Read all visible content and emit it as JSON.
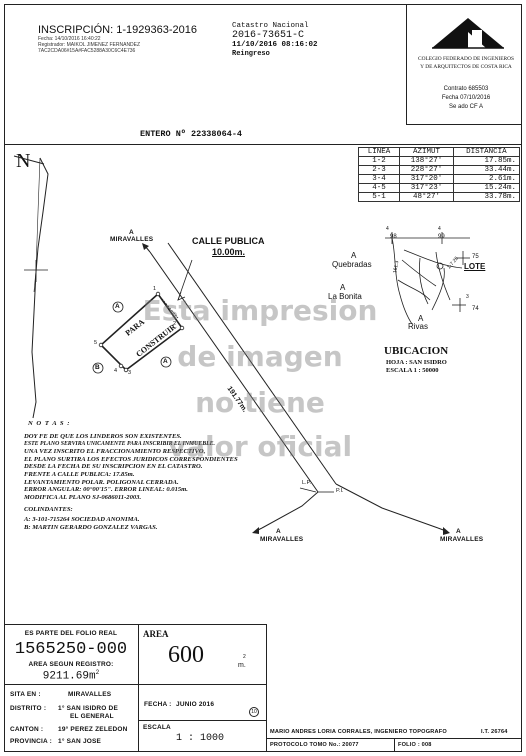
{
  "header": {
    "inscription": "INSCRIPCIÓN: 1-1929363-2016",
    "meta_line1": "Fecha:       14/10/2016 16:40:22",
    "meta_line2": "Registrador: MAIKOL JIMENEZ FERNANDEZ",
    "meta_line3": "7AC2CDA06#15A#FAC5288A30C6C4E736",
    "catastro_label": "Catastro Nacional",
    "catastro_number": "2016-73651-C",
    "catastro_datetime": "11/10/2016 08:16:02",
    "catastro_status": "Reingreso"
  },
  "college": {
    "line1": "COLEGIO FEDERADO DE INGENIEROS",
    "line2": "Y DE ARQUITECTOS DE COSTA RICA",
    "contract": "Contrato 685503",
    "date": "Fecha 07/10/2016",
    "seal": "Se  ado CF A"
  },
  "entero": "ENTERO  Nº  22338064-4",
  "north_label": "N",
  "azimuth_table": {
    "headers": [
      "LINEA",
      "AZIMUT",
      "DISTANCIA"
    ],
    "rows": [
      [
        "1-2",
        "138°27'",
        "17.85m."
      ],
      [
        "2-3",
        "228°27'",
        "33.44m."
      ],
      [
        "3-4",
        "317°20'",
        "2.61m."
      ],
      [
        "4-5",
        "317°23'",
        "15.24m."
      ],
      [
        "5-1",
        "48°27'",
        "33.78m."
      ]
    ]
  },
  "plan": {
    "a_miravalles_top": "A",
    "miravalles_top": "MIRAVALLES",
    "calle_publica": "CALLE PUBLICA",
    "calle_width": "10.00m.",
    "lot_text_1": "PARA",
    "lot_text_2": "CONSTRUIR",
    "circle_a": "A",
    "circle_b": "B",
    "road_length": "191.77m.",
    "lp": "L.P.",
    "pi": "P.I.",
    "a_left": "A",
    "miravalles_left": "MIRAVALLES",
    "a_right": "A",
    "miravalles_right": "MIRAVALLES",
    "v1": "1",
    "v2": "2",
    "v3": "3",
    "v4": "4",
    "v5": "5"
  },
  "location_map": {
    "a_quebradas": "A",
    "quebradas": "Quebradas",
    "a_labonita": "A",
    "labonita": "La Bonita",
    "a_rivas": "A",
    "rivas": "Rivas",
    "lote": "LOTE",
    "g98": "98",
    "g99": "99",
    "g75": "75",
    "g74": "74",
    "g4a": "4",
    "g4b": "4",
    "g3": "3",
    "road_a": "161.3",
    "road_b": "1-7.26"
  },
  "ubicacion": {
    "title": "UBICACION",
    "hoja": "HOJA : SAN ISIDRO",
    "escala": "ESCALA  1 : 50000"
  },
  "notes": {
    "title": "N O T A S :",
    "lines": [
      "DOY FE DE QUE LOS LINDEROS SON EXISTENTES.",
      "ESTE PLANO SERVIRA UNICAMENTE PARA INSCRIBIR EL INMUEBLE.",
      "UNA VEZ INSCRITO EL FRACCIONAMIENTO RESPECTIVO,",
      "EL PLANO SURTIRA LOS EFECTOS JURIDICOS CORRESPONDIENTES",
      "DESDE LA FECHA DE SU INSCRIPCION EN EL CATASTRO.",
      "FRENTE A CALLE PUBLICA: 17.85m.",
      "LEVANTAMIENTO POLAR. POLIGONAL CERRADA.",
      "ERROR ANGULAR: 00°00'15\".  ERROR LINEAL: 0.015m.",
      "MODIFICA AL PLANO SJ-0686011-2003."
    ],
    "colindantes_title": "COLINDANTES:",
    "colindantes": [
      "A: 3-101-715264 SOCIEDAD ANONIMA.",
      "B: MARTIN GERARDO GONZALEZ VARGAS."
    ]
  },
  "watermark": {
    "l1": "Esta impresion",
    "l2": "de imagen",
    "l3": "no tiene",
    "l4": "valor oficial"
  },
  "footer": {
    "folio_real_label": "ES PARTE DEL FOLIO REAL",
    "folio_real": "1565250-000",
    "area_registro_label": "AREA SEGUN REGISTRO:",
    "area_registro": "9211.69m",
    "area_registro_sup": "2",
    "area_label": "AREA",
    "area_value": "600",
    "area_unit_sup": "2",
    "area_unit": "m.",
    "sita_label": "SITA EN :",
    "sita_value": "MIRAVALLES",
    "distrito_label": "DISTRITO :",
    "distrito_value": "1° SAN ISIDRO DE",
    "distrito_value2": "EL GENERAL",
    "canton_label": "CANTON :",
    "canton_value": "19° PEREZ ZELEDON",
    "provincia_label": "PROVINCIA :",
    "provincia_value": "1° SAN JOSE",
    "fecha_label": "FECHA :",
    "fecha_value": "JUNIO 2016",
    "sheet_number": "10",
    "escala_label": "ESCALA",
    "escala_value": "1 : 1000",
    "engineer": "MARIO ANDRES LORIA CORRALES, INGENIERO TOPOGRAFO",
    "engineer_id": "I.T. 26764",
    "protocolo": "PROTOCOLO TOMO No.: 20077",
    "folio": "FOLIO : 008"
  }
}
